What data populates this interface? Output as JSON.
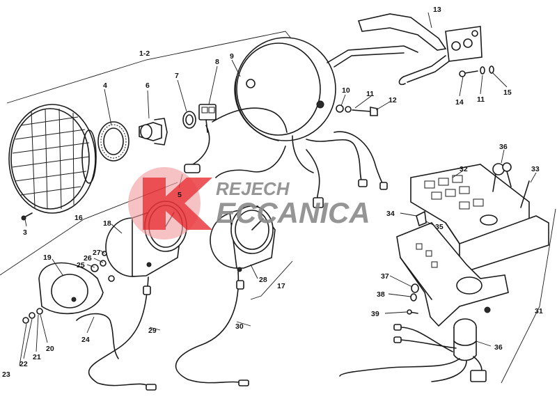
{
  "diagram": {
    "watermark": {
      "line1": "REJECH",
      "line2": "ECCANICA",
      "colors": {
        "red": "#e8262b",
        "grey": "#8a8a8a",
        "pink": "#f2a0a2"
      }
    },
    "callouts": {
      "c1_2": "1-2",
      "c3": "3",
      "c4": "4",
      "c5": "5",
      "c6": "6",
      "c7": "7",
      "c8": "8",
      "c9": "9",
      "c10": "10",
      "c11a": "11",
      "c11b": "11",
      "c12": "12",
      "c13": "13",
      "c14": "14",
      "c15": "15",
      "c16": "16",
      "c17": "17",
      "c18": "18",
      "c19": "19",
      "c20": "20",
      "c21": "21",
      "c22": "22",
      "c23": "23",
      "c24": "24",
      "c25": "25",
      "c26": "26",
      "c27": "27",
      "c28": "28",
      "c29": "29",
      "c30": "30",
      "c31": "31",
      "c32": "32",
      "c33": "33",
      "c34": "34",
      "c35": "35",
      "c36a": "36",
      "c36b": "36",
      "c37": "37",
      "c38": "38",
      "c39": "39"
    }
  }
}
